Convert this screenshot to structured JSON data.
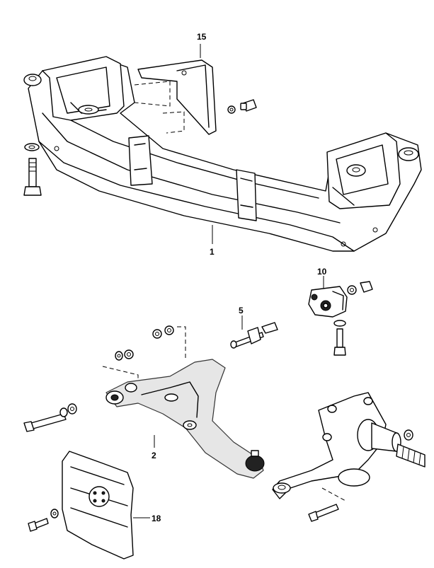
{
  "diagram": {
    "callouts": [
      {
        "id": "15",
        "label": "15"
      },
      {
        "id": "1",
        "label": "1"
      },
      {
        "id": "10",
        "label": "10"
      },
      {
        "id": "5",
        "label": "5"
      },
      {
        "id": "2",
        "label": "2"
      },
      {
        "id": "18",
        "label": "18"
      }
    ],
    "colors": {
      "line": "#000000",
      "arm_fill": "#e6e6e6",
      "background": "#ffffff"
    }
  }
}
